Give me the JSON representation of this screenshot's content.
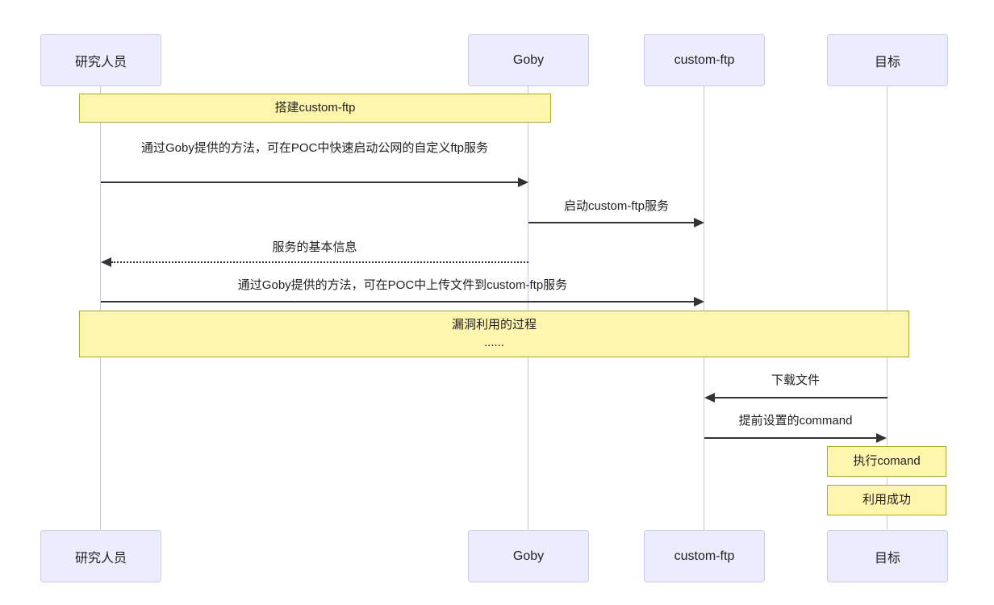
{
  "diagram": {
    "type": "sequence-diagram",
    "actors": [
      {
        "label": "研究人员"
      },
      {
        "label": "Goby"
      },
      {
        "label": "custom-ftp"
      },
      {
        "label": "目标"
      }
    ],
    "notes": [
      {
        "label": "搭建custom-ftp",
        "over": "研究人员, Goby"
      },
      {
        "line1": "漏洞利用的过程",
        "line2": "......",
        "over": "研究人员, Goby, custom-ftp, 目标"
      },
      {
        "label": "执行comand",
        "over": "目标"
      },
      {
        "label": "利用成功",
        "over": "目标"
      }
    ],
    "messages": [
      {
        "label": "通过Goby提供的方法，可在POC中快速启动公网的自定义ftp服务",
        "from": "研究人员",
        "to": "Goby",
        "style": "solid"
      },
      {
        "label": "启动custom-ftp服务",
        "from": "Goby",
        "to": "custom-ftp",
        "style": "solid"
      },
      {
        "label": "服务的基本信息",
        "from": "Goby",
        "to": "研究人员",
        "style": "dotted"
      },
      {
        "label": "通过Goby提供的方法，可在POC中上传文件到custom-ftp服务",
        "from": "研究人员",
        "to": "custom-ftp",
        "style": "solid"
      },
      {
        "label": "下载文件",
        "from": "目标",
        "to": "custom-ftp",
        "style": "solid"
      },
      {
        "label": "提前设置的command",
        "from": "custom-ftp",
        "to": "目标",
        "style": "solid"
      }
    ]
  },
  "colors": {
    "actor_fill": "#ECECFF",
    "actor_border": "#CCCCF2",
    "note_fill": "#FFF5AD",
    "note_border": "#AAAA33",
    "lifeline_color": "#C9C9DE",
    "line_color": "#333333"
  }
}
